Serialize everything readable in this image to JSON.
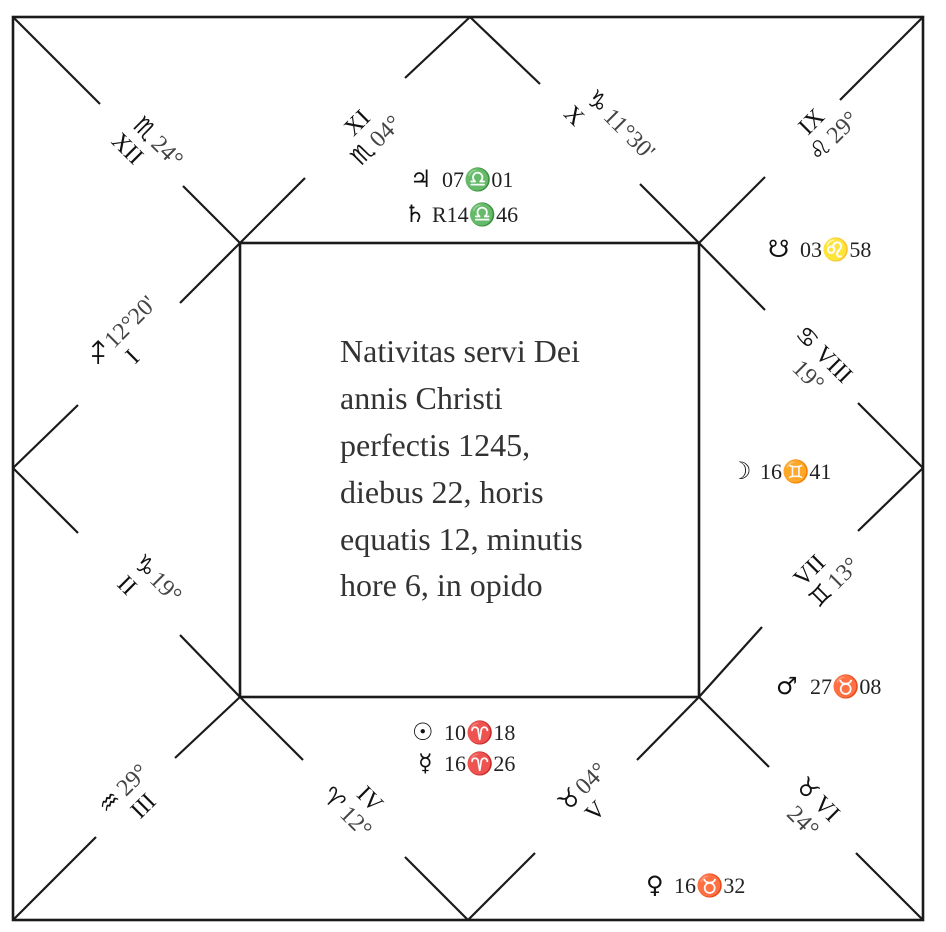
{
  "center": {
    "lines": [
      "Nativitas servi Dei",
      "annis Christi",
      "perfectis 1245,",
      "diebus 22, horis",
      "equatis 12, minutis",
      "hore 6, in opido"
    ]
  },
  "houses": [
    {
      "id": "XII",
      "sign": "♏",
      "degree": "24°"
    },
    {
      "id": "XI",
      "sign": "♏",
      "degree": "04°"
    },
    {
      "id": "X",
      "sign": "♑",
      "degree": "11°30'"
    },
    {
      "id": "IX",
      "sign": "♌",
      "degree": "29°"
    },
    {
      "id": "I",
      "sign": "♐",
      "degree": "12°20'"
    },
    {
      "id": "VIII",
      "sign": "♋",
      "degree": "19°"
    },
    {
      "id": "II",
      "sign": "♑",
      "degree": "19°"
    },
    {
      "id": "VII",
      "sign": "♊",
      "degree": "13°"
    },
    {
      "id": "III",
      "sign": "♒",
      "degree": "29°"
    },
    {
      "id": "IV",
      "sign": "♈",
      "degree": "12°"
    },
    {
      "id": "V",
      "sign": "♉",
      "degree": "04°"
    },
    {
      "id": "VI",
      "sign": "♉",
      "degree": "24°"
    }
  ],
  "planets": {
    "jupiter": {
      "glyph": "♃",
      "pos": "07♎01"
    },
    "saturn": {
      "glyph": "♄",
      "pos": "R14♎46"
    },
    "node": {
      "glyph": "☋",
      "pos": "03♌58"
    },
    "moon": {
      "glyph": "☽",
      "pos": "16♊41"
    },
    "mars": {
      "glyph": "♂",
      "pos": "27♉08"
    },
    "sun": {
      "glyph": "☉",
      "pos": "10♈18"
    },
    "mercury": {
      "glyph": "☿",
      "pos": "16♈26"
    },
    "venus": {
      "glyph": "♀",
      "pos": "16♉32"
    }
  }
}
